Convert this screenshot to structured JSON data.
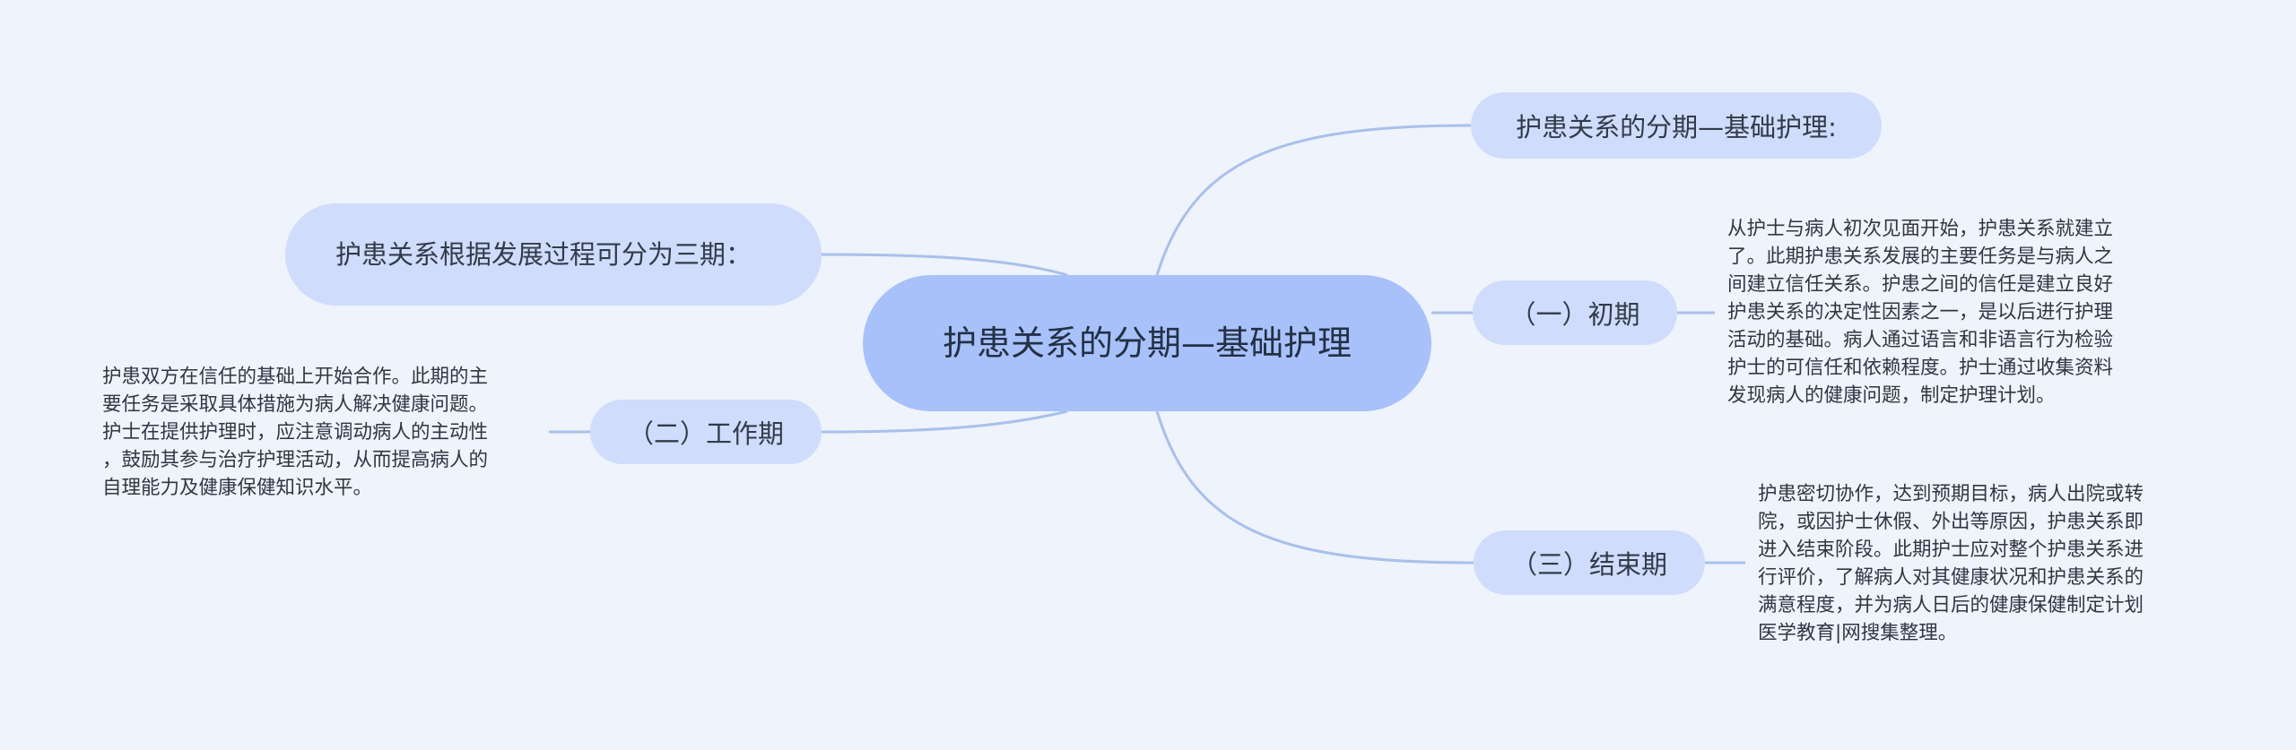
{
  "root": {
    "label": "护患关系的分期—基础护理"
  },
  "nodes": {
    "top": {
      "label": "护患关系的分期—基础护理:"
    },
    "left_title": {
      "label": "护患关系根据发展过程可分为三期："
    },
    "early": {
      "label": "（一）初期"
    },
    "work": {
      "label": "（二）工作期"
    },
    "end": {
      "label": "（三）结束期"
    }
  },
  "notes": {
    "early": "从护士与病人初次见面开始，护患关系就建立\n了。此期护患关系发展的主要任务是与病人之\n间建立信任关系。护患之间的信任是建立良好\n护患关系的决定性因素之一，是以后进行护理\n活动的基础。病人通过语言和非语言行为检验\n护士的可信任和依赖程度。护士通过收集资料\n发现病人的健康问题，制定护理计划。",
    "work": "护患双方在信任的基础上开始合作。此期的主\n要任务是采取具体措施为病人解决健康问题。\n护士在提供护理时，应注意调动病人的主动性\n，鼓励其参与治疗护理活动，从而提高病人的\n自理能力及健康保健知识水平。",
    "end": "护患密切协作，达到预期目标，病人出院或转\n院，或因护士休假、外出等原因，护患关系即\n进入结束阶段。此期护士应对整个护患关系进\n行评价，了解病人对其健康状况和护患关系的\n满意程度，并为病人日后的健康保健制定计划\n医学教育|网搜集整理。"
  },
  "colors": {
    "background": "#eef3fc",
    "root_fill": "#a8c1fa",
    "node_fill": "#cfdcfb",
    "link": "#a9c0ea"
  }
}
